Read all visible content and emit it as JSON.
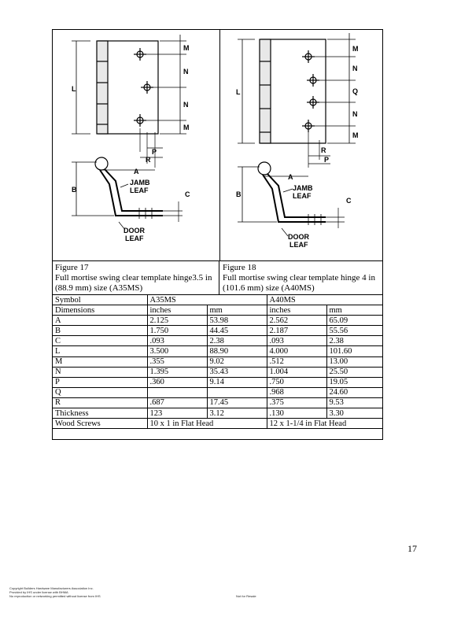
{
  "figures": [
    {
      "number": "Figure 17",
      "caption": "Full mortise swing clear template hinge3.5 in (88.9 mm) size (A35MS)",
      "labels": {
        "L": "L",
        "M": "M",
        "N": "N",
        "P": "P",
        "R": "R",
        "A": "A",
        "B": "B",
        "C": "C",
        "jamb": [
          "JAMB",
          "LEAF"
        ],
        "door": [
          "DOOR",
          "LEAF"
        ]
      }
    },
    {
      "number": "Figure 18",
      "caption": "Full mortise swing clear template hinge 4 in (101.6 mm) size (A40MS)",
      "labels": {
        "L": "L",
        "M": "M",
        "N": "N",
        "Q": "Q",
        "P": "P",
        "R": "R",
        "A": "A",
        "B": "B",
        "C": "C",
        "jamb": [
          "JAMB",
          "LEAF"
        ],
        "door": [
          "DOOR",
          "LEAF"
        ]
      }
    }
  ],
  "table": {
    "header1": [
      "Symbol",
      "A35MS",
      "A40MS"
    ],
    "header2": [
      "Dimensions",
      "inches",
      "mm",
      "inches",
      "mm"
    ],
    "rows": [
      [
        "A",
        "2.125",
        "53.98",
        "2.562",
        "65.09"
      ],
      [
        "B",
        "1.750",
        "44.45",
        "2.187",
        "55.56"
      ],
      [
        "C",
        ".093",
        "2.38",
        ".093",
        "2.38"
      ],
      [
        "L",
        "3.500",
        "88.90",
        "4.000",
        "101.60"
      ],
      [
        "M",
        ".355",
        "9.02",
        ".512",
        "13.00"
      ],
      [
        "N",
        "1.395",
        "35.43",
        "1.004",
        "25.50"
      ],
      [
        "P",
        ".360",
        "9.14",
        ".750",
        "19.05"
      ],
      [
        "Q",
        "",
        "",
        ".968",
        "24.60"
      ],
      [
        "R",
        ".687",
        "17.45",
        ".375",
        "9.53"
      ],
      [
        "Thickness",
        "123",
        "3.12",
        ".130",
        "3.30"
      ]
    ],
    "screws": [
      "Wood Screws",
      "10 x 1 in Flat Head",
      "12 x 1-1/4 in Flat Head"
    ]
  },
  "page_number": "17",
  "footer": {
    "left": [
      "Copyright Builders Hardware Manufacturers Association Inc.",
      "Provided by IHS under license with BHMA",
      "No reproduction or networking permitted without license from IHS"
    ],
    "right": "Not for Resale"
  }
}
